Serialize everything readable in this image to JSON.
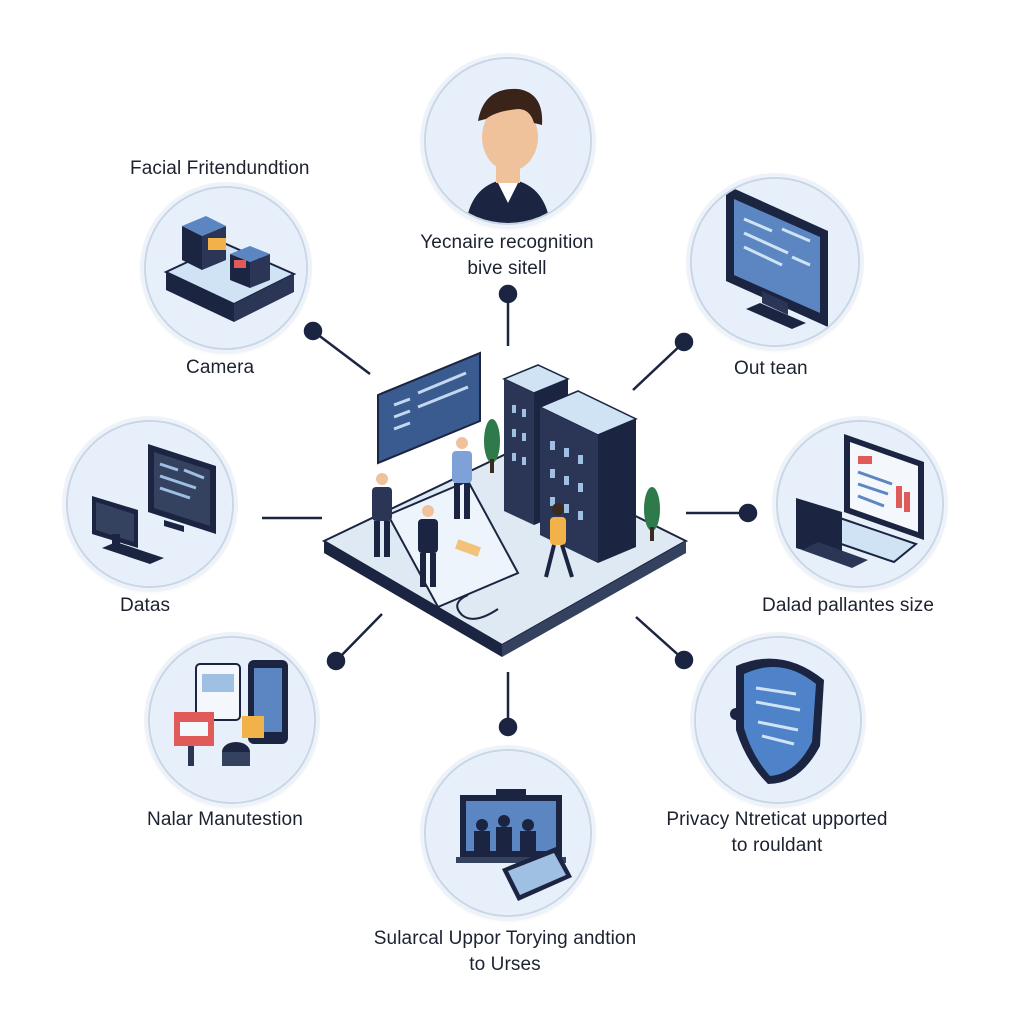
{
  "nodes": {
    "camera": {
      "title": "Facial Fritendundtion",
      "caption": "Camera",
      "icon": "camera-device-icon"
    },
    "person": {
      "line1": "Yecnaire recognition",
      "line2": "bive sitell",
      "icon": "person-profile-icon"
    },
    "monitor": {
      "caption": "Out tean",
      "icon": "monitor-icon"
    },
    "datas": {
      "caption": "Datas",
      "icon": "workstation-icon"
    },
    "laptop": {
      "caption": "Dalad pallantes size",
      "icon": "laptop-icon"
    },
    "nalar": {
      "caption": "Nalar Manutestion",
      "icon": "devices-icon"
    },
    "privacy": {
      "line1": "Privacy Ntreticat upported",
      "line2": "to rouldant",
      "icon": "shield-icon"
    },
    "surveillance": {
      "line1": "Sularcal Uppor Torying andtion",
      "line2": "to Urses",
      "icon": "video-conference-icon"
    }
  },
  "center": {
    "icon": "isometric-office-icon"
  },
  "colors": {
    "navy": "#1b2440",
    "light_blue": "#cfe3f5",
    "mid_blue": "#5b86c2",
    "connector": "#1b2440",
    "node_border": "#c9d6e6"
  }
}
